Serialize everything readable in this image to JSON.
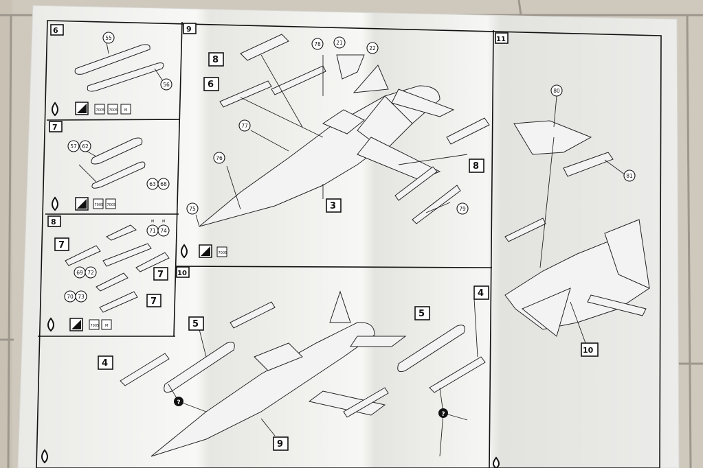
{
  "sections": {
    "s6": {
      "num": "6",
      "parts": [
        "55",
        "56"
      ]
    },
    "s7": {
      "num": "7",
      "parts": [
        "57",
        "62",
        "63",
        "68"
      ]
    },
    "s8": {
      "num": "8",
      "parts": [
        "71",
        "74",
        "69",
        "72",
        "70",
        "73"
      ],
      "callouts": [
        "7",
        "7",
        "7"
      ],
      "paint_labels": [
        "M",
        "M"
      ]
    },
    "s9": {
      "num": "9",
      "parts": [
        "78",
        "21",
        "22",
        "77",
        "76",
        "75",
        "79"
      ],
      "callouts": [
        "8",
        "6",
        "8",
        "3"
      ]
    },
    "s10": {
      "num": "10",
      "callouts": [
        "5",
        "4",
        "5",
        "4",
        "9"
      ],
      "question_marks": [
        "?",
        "?"
      ]
    },
    "s11": {
      "num": "11",
      "parts": [
        "80",
        "81"
      ],
      "callouts": [
        "10"
      ]
    }
  },
  "paints": {
    "s6": [
      "7005",
      "7005",
      "M"
    ],
    "s7": [
      "7005",
      "7005"
    ],
    "s8": [
      "7005",
      "M"
    ],
    "s9": [
      "7005"
    ]
  },
  "colors": {
    "paper": "#f6f6f3",
    "ink": "#111111",
    "floor": "#cfc9bf",
    "grout": "#a09a8f"
  }
}
